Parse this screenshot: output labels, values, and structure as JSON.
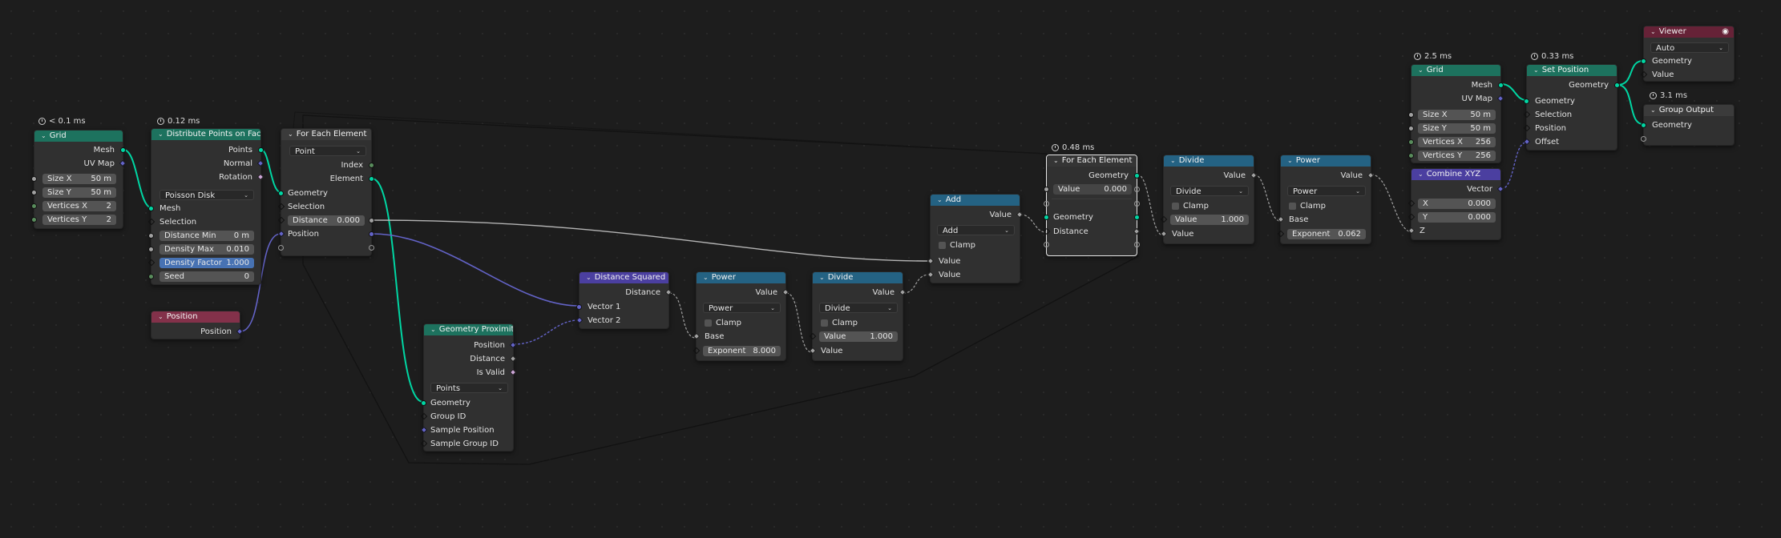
{
  "timings": {
    "grid1": "< 0.1 ms",
    "distribute": "0.12 ms",
    "foreach2": "0.48 ms",
    "grid2": "2.5 ms",
    "setpos": "0.33 ms",
    "groupout": "3.1 ms"
  },
  "grid1": {
    "title": "Grid",
    "out_mesh": "Mesh",
    "out_uv": "UV Map",
    "size_x_label": "Size X",
    "size_x": "50 m",
    "size_y_label": "Size Y",
    "size_y": "50 m",
    "vx_label": "Vertices X",
    "vx": "2",
    "vy_label": "Vertices Y",
    "vy": "2"
  },
  "distribute": {
    "title": "Distribute Points on Faces",
    "out_points": "Points",
    "out_normal": "Normal",
    "out_rotation": "Rotation",
    "mode": "Poisson Disk",
    "in_mesh": "Mesh",
    "in_selection": "Selection",
    "dmin_label": "Distance Min",
    "dmin": "0 m",
    "dmax_label": "Density Max",
    "dmax": "0.010",
    "dfac_label": "Density Factor",
    "dfac": "1.000",
    "seed_label": "Seed",
    "seed": "0"
  },
  "foreach1": {
    "title": "For Each Element",
    "domain": "Point",
    "out_index": "Index",
    "out_element": "Element",
    "in_geometry": "Geometry",
    "in_selection": "Selection",
    "dist_label": "Distance",
    "dist": "0.000",
    "in_position": "Position"
  },
  "position": {
    "title": "Position",
    "out_position": "Position"
  },
  "proximity": {
    "title": "Geometry Proximity",
    "out_position": "Position",
    "out_distance": "Distance",
    "out_valid": "Is Valid",
    "mode": "Points",
    "in_geometry": "Geometry",
    "in_groupid": "Group ID",
    "in_samplepos": "Sample Position",
    "in_samplegroup": "Sample Group ID"
  },
  "distsq": {
    "title": "Distance Squared",
    "out_distance": "Distance",
    "in_v1": "Vector 1",
    "in_v2": "Vector 2"
  },
  "power1": {
    "title": "Power",
    "out_value": "Value",
    "op": "Power",
    "clamp": "Clamp",
    "in_base": "Base",
    "exp_label": "Exponent",
    "exp": "8.000"
  },
  "divide1": {
    "title": "Divide",
    "out_value": "Value",
    "op": "Divide",
    "clamp": "Clamp",
    "val_label": "Value",
    "val": "1.000",
    "in_value": "Value"
  },
  "add": {
    "title": "Add",
    "out_value": "Value",
    "op": "Add",
    "clamp": "Clamp",
    "in_v1": "Value",
    "in_v2": "Value"
  },
  "foreach2": {
    "title": "For Each Element",
    "val_label": "Value",
    "val": "0.000",
    "out_geometry": "Geometry",
    "in_geometry": "Geometry",
    "in_distance": "Distance"
  },
  "divide2": {
    "title": "Divide",
    "out_value": "Value",
    "op": "Divide",
    "clamp": "Clamp",
    "val_label": "Value",
    "val": "1.000",
    "in_value": "Value"
  },
  "power2": {
    "title": "Power",
    "out_value": "Value",
    "op": "Power",
    "clamp": "Clamp",
    "in_base": "Base",
    "exp_label": "Exponent",
    "exp": "0.062"
  },
  "grid2": {
    "title": "Grid",
    "out_mesh": "Mesh",
    "out_uv": "UV Map",
    "size_x_label": "Size X",
    "size_x": "50 m",
    "size_y_label": "Size Y",
    "size_y": "50 m",
    "vx_label": "Vertices X",
    "vx": "256",
    "vy_label": "Vertices Y",
    "vy": "256"
  },
  "combine": {
    "title": "Combine XYZ",
    "out_vector": "Vector",
    "x_label": "X",
    "x": "0.000",
    "y_label": "Y",
    "y": "0.000",
    "in_z": "Z"
  },
  "setpos": {
    "title": "Set Position",
    "out_geometry": "Geometry",
    "in_geometry": "Geometry",
    "in_selection": "Selection",
    "in_position": "Position",
    "in_offset": "Offset"
  },
  "viewer": {
    "title": "Viewer",
    "mode": "Auto",
    "in_geometry": "Geometry",
    "in_value": "Value"
  },
  "groupout": {
    "title": "Group Output",
    "in_geometry": "Geometry"
  },
  "colors": {
    "geometry_socket": "#00d6a3",
    "vector_socket": "#6363c7",
    "float_socket": "#a1a1a1",
    "geometry_header": "#1d725e",
    "math_header": "#246283",
    "vector_header": "#4b3fa0",
    "input_header": "#83314a",
    "viewer_header": "#662237"
  }
}
